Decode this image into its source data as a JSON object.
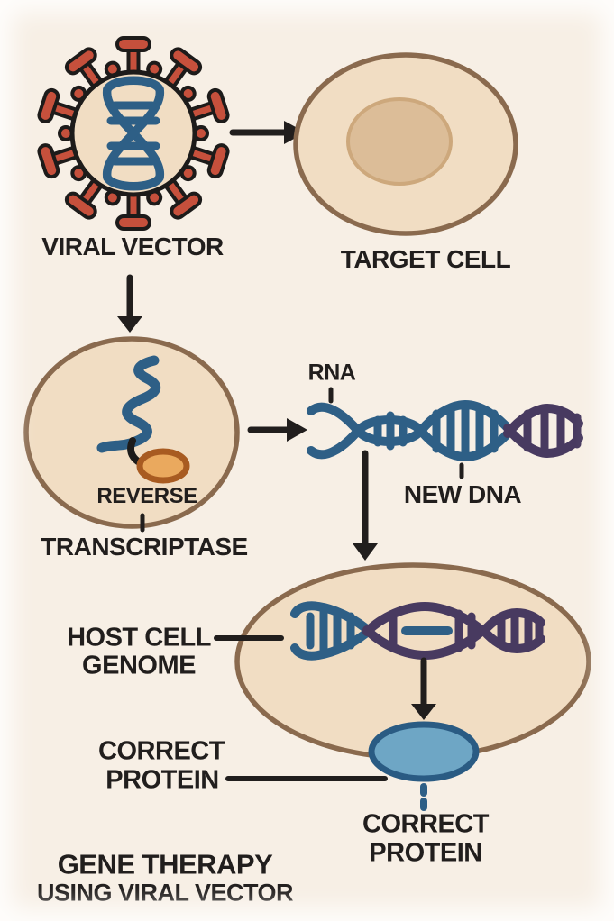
{
  "title": {
    "line1": "GENE THERAPY",
    "line2": "USING VIRAL VECTOR"
  },
  "labels": {
    "viral_vector": "VIRAL VECTOR",
    "target_cell": "TARGET CELL",
    "reverse": "REVERSE",
    "transcriptase": "TRANSCRIPTASE",
    "rna": "RNA",
    "new_dna": "NEW DNA",
    "host_cell": "HOST CELL",
    "genome": "GENOME",
    "correct_left_1": "CORRECT",
    "correct_left_2": "PROTEIN",
    "correct_bottom_1": "CORRECT",
    "correct_bottom_2": "PROTEIN"
  },
  "colors": {
    "background": "#f7efe5",
    "ink": "#211e1d",
    "dna_blue": "#2e5f86",
    "dna_purple": "#483a60",
    "virus_red": "#c6503c",
    "outline_black": "#1d1b1a",
    "membrane_brown": "#8a6a4e",
    "cell_fill": "#f1ddc3",
    "nucleus_fill": "#dcbd98",
    "nucleus_stroke": "#cda87c",
    "enzyme_fill": "#eaa95e",
    "enzyme_stroke": "#a85b21",
    "protein_fill": "#6ea6c5",
    "protein_stroke": "#2a5b83"
  }
}
